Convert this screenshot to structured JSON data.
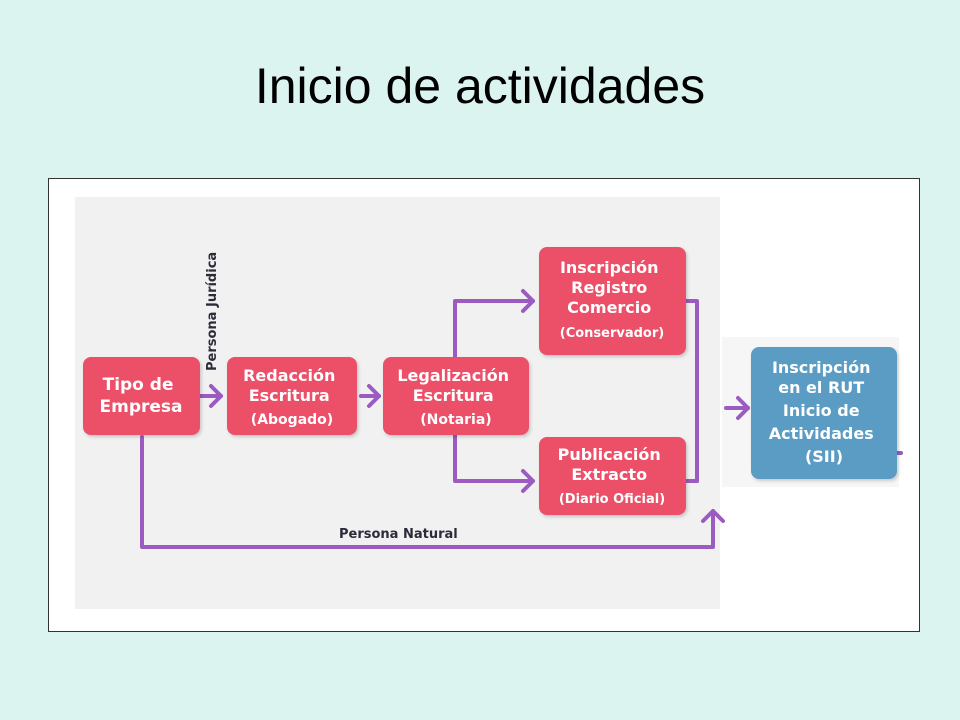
{
  "slide": {
    "title": "Inicio de actividades"
  },
  "diagram": {
    "colors": {
      "step_box": "#ec5068",
      "final_box": "#5a9cc4",
      "arrow": "#9b5bc0",
      "panel": "#f1f1f1",
      "label": "#2b2b3a"
    },
    "nodes": {
      "tipo_empresa": {
        "lines": [
          "Tipo de",
          "Empresa"
        ]
      },
      "redaccion": {
        "lines": [
          "Redacción",
          "Escritura",
          "(Abogado)"
        ]
      },
      "legalizacion": {
        "lines": [
          "Legalización",
          "Escritura",
          "(Notaria)"
        ]
      },
      "inscripcion_registro": {
        "lines": [
          "Inscripción",
          "Registro",
          "Comercio",
          "(Conservador)"
        ]
      },
      "publicacion": {
        "lines": [
          "Publicación",
          "Extracto",
          "(Diario Oficial)"
        ]
      },
      "inscripcion_rut": {
        "lines": [
          "Inscripción",
          "en el RUT",
          "Inicio de",
          "Actividades",
          "(SII)"
        ]
      }
    },
    "route_labels": {
      "persona_juridica": "Persona Jurídica",
      "persona_natural": "Persona Natural"
    }
  }
}
